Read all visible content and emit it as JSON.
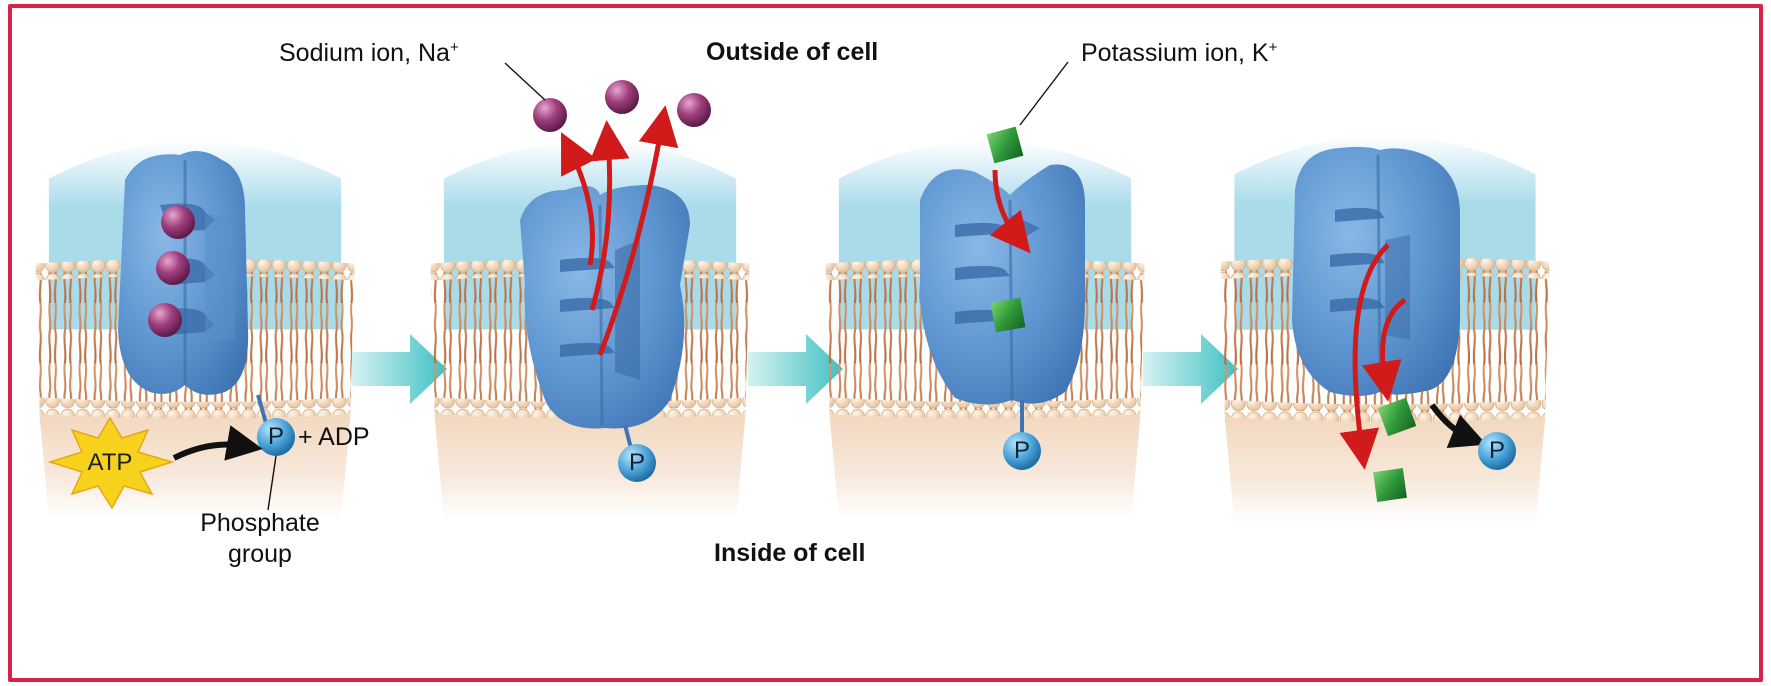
{
  "labels": {
    "sodium_ion": "Sodium ion, Na",
    "sodium_charge": "+",
    "potassium_ion": "Potassium ion, K",
    "potassium_charge": "+",
    "outside": "Outside of cell",
    "inside": "Inside of cell",
    "atp": "ATP",
    "adp": "+ ADP",
    "phosphate_line1": "Phosphate",
    "phosphate_line2": "group",
    "p": "P"
  },
  "colors": {
    "border": "#d9224a",
    "protein": "#5b93cf",
    "sodium": "#a0407e",
    "potassium": "#2f9a3a",
    "transition_arrow": "#4fc9c9",
    "flow_arrow": "#d11a1a",
    "phosphate": "#4aa3d9",
    "atp_burst": "#f7d21c"
  }
}
